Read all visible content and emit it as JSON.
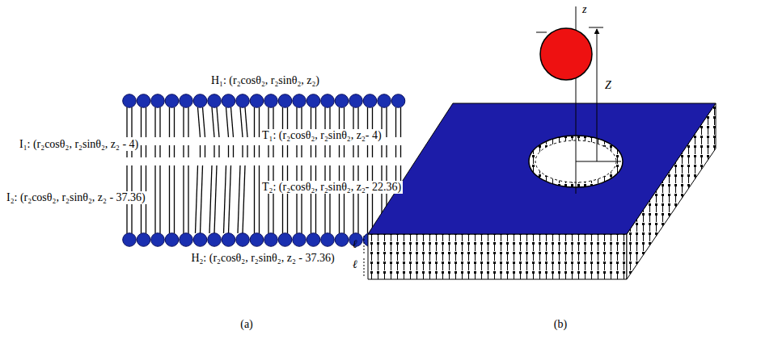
{
  "diagram": {
    "labels": [
      "H₁: (r₂cosθ₂, r₂sinθ₂, z₂)",
      "I₁: (r₂cosθ₂, r₂sinθ₂, z₂ - 4)",
      "T₁: (r₂cosθ₂, r₂sinθ₂, z₂- 4)",
      "I₂: (r₂cosθ₂, r₂sinθ₂, z₂ - 37.36)",
      "T₂: (r₂cosθ₂, r₂sinθ₂, z₂- 22.36)",
      "H₂: (r₂cosθ₂, r₂sinθ₂, z₂ - 37.36)",
      "z",
      "Z",
      "ℓ",
      "ℓ",
      "(a)",
      "(b)"
    ]
  }
}
